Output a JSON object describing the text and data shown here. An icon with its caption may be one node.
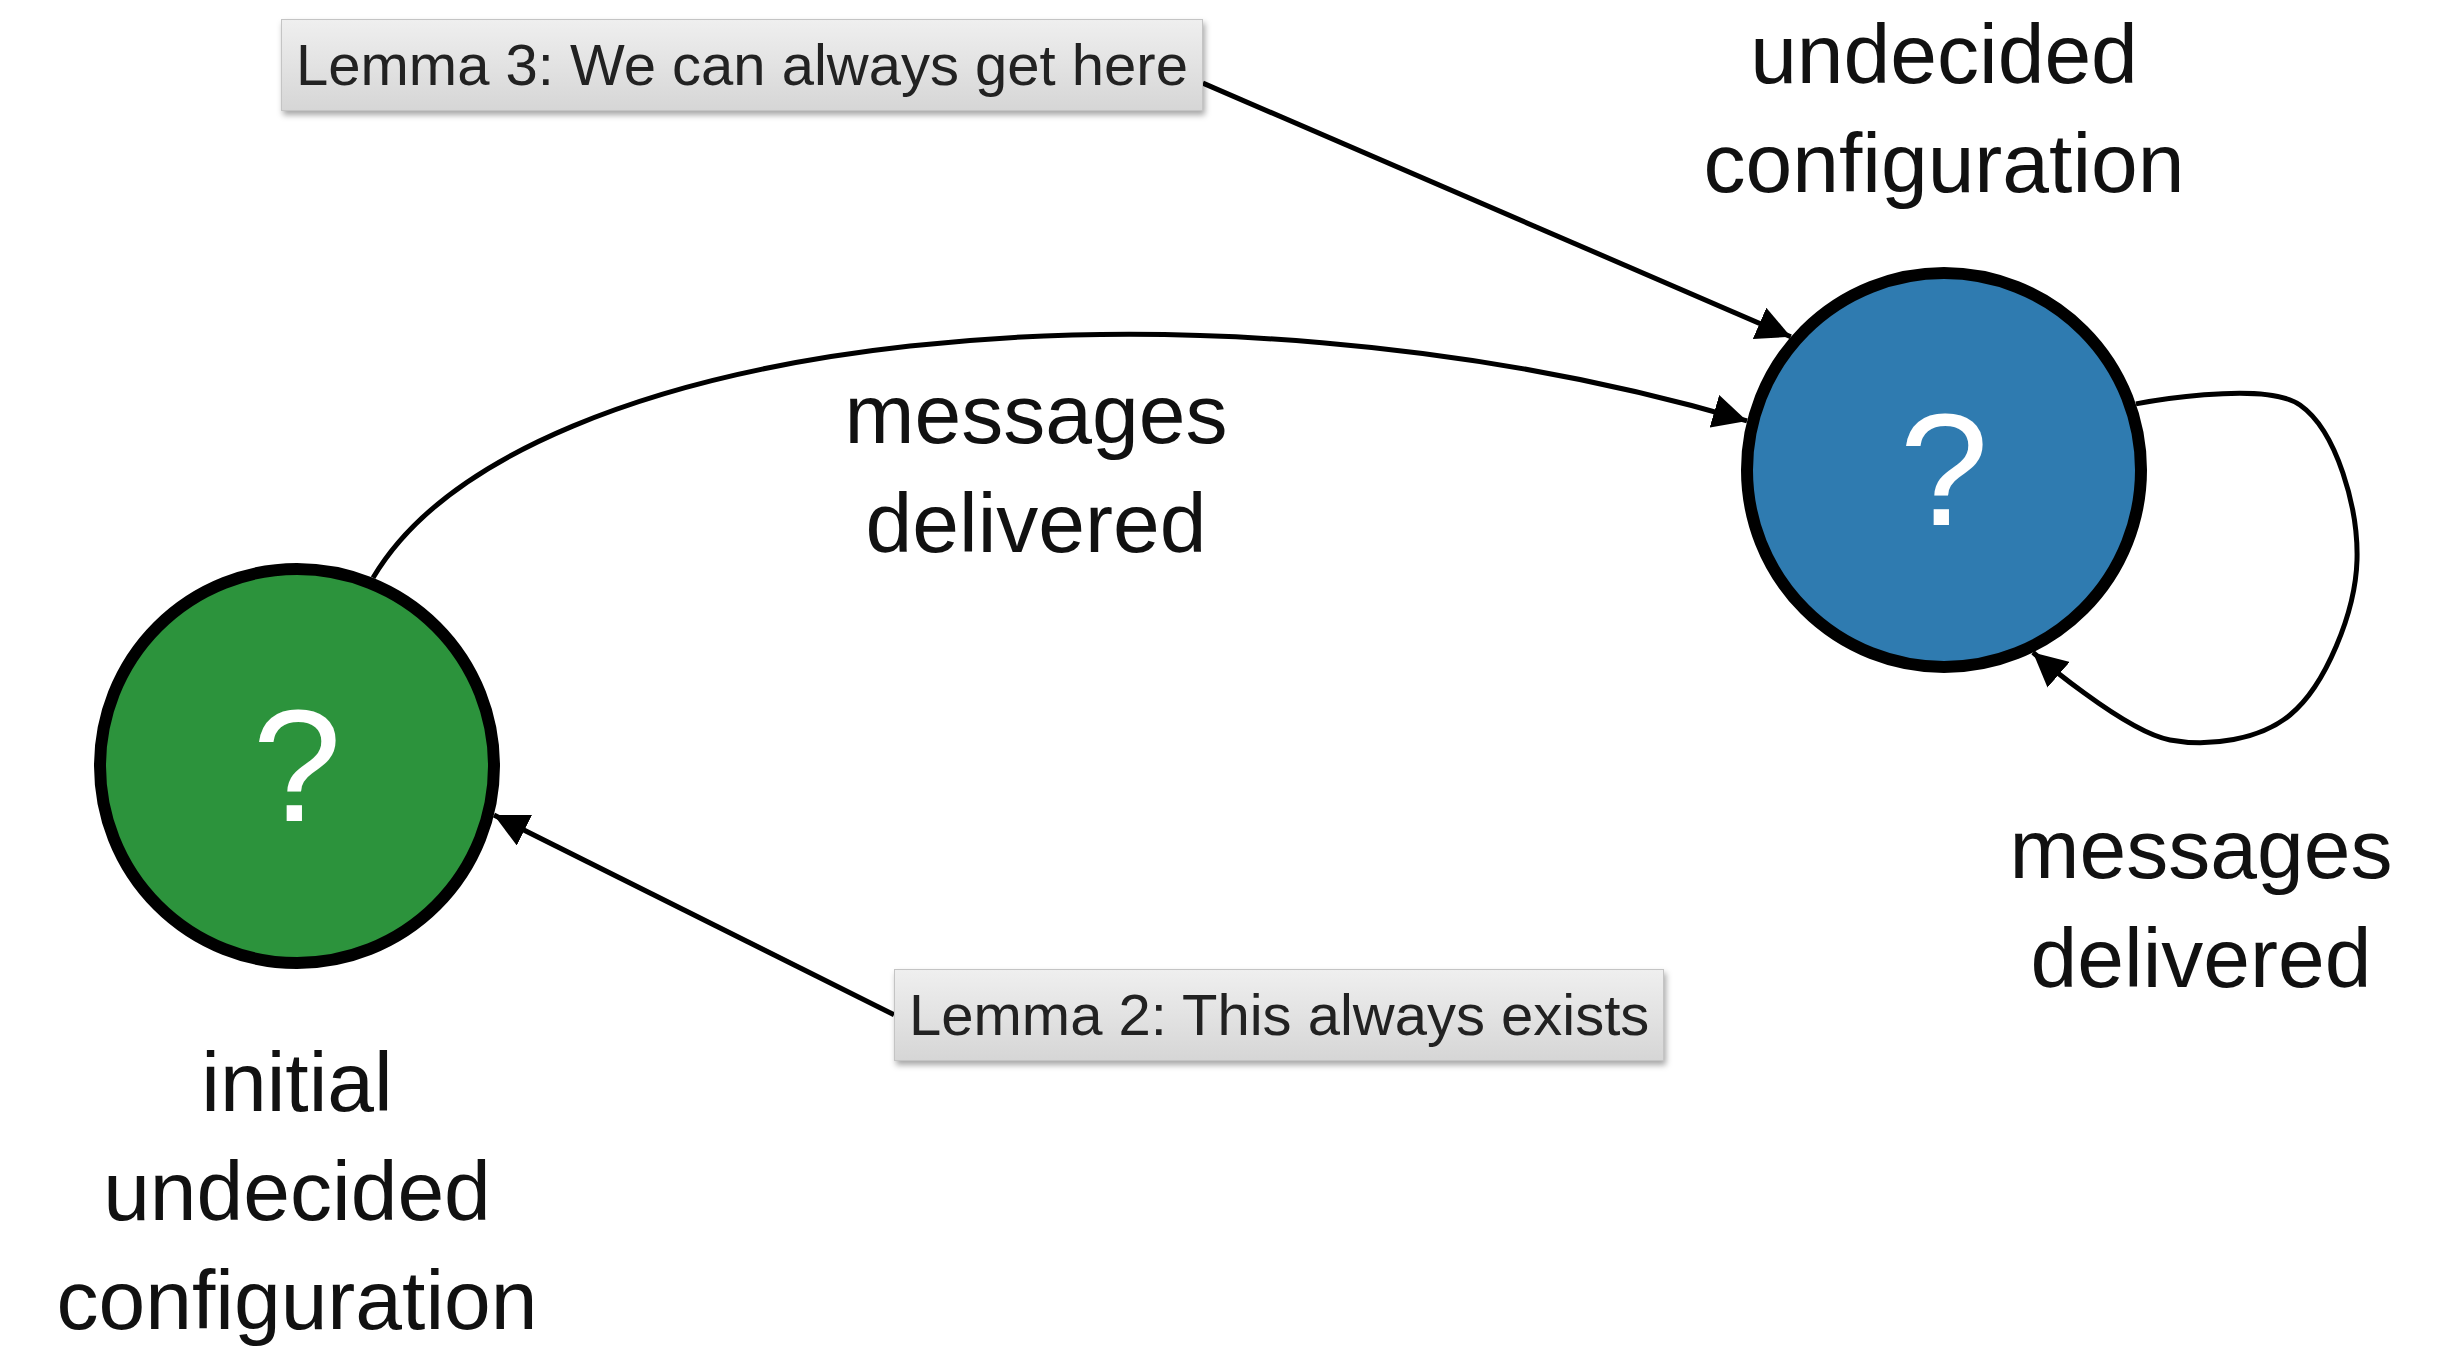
{
  "diagram": {
    "nodes": [
      {
        "text": [
          "?"
        ],
        "beside": [
          "initial undecided configuration"
        ]
      },
      {
        "text": [
          "?"
        ],
        "beside": [
          "undecided configuration"
        ]
      },
      {
        "text": [
          "Lemma 3: We can always get here"
        ]
      },
      {
        "text": [
          "Lemma 2: This always exists"
        ]
      }
    ],
    "edges": [
      {
        "from": 0,
        "to": 1,
        "arrow": "to",
        "label": "messages delivered"
      },
      {
        "from": 1,
        "to": 1,
        "arrow": "to",
        "label": "messages delivered"
      },
      {
        "from": 2,
        "to": 1,
        "arrow": "to"
      },
      {
        "from": 3,
        "to": 0,
        "arrow": "to"
      }
    ]
  }
}
